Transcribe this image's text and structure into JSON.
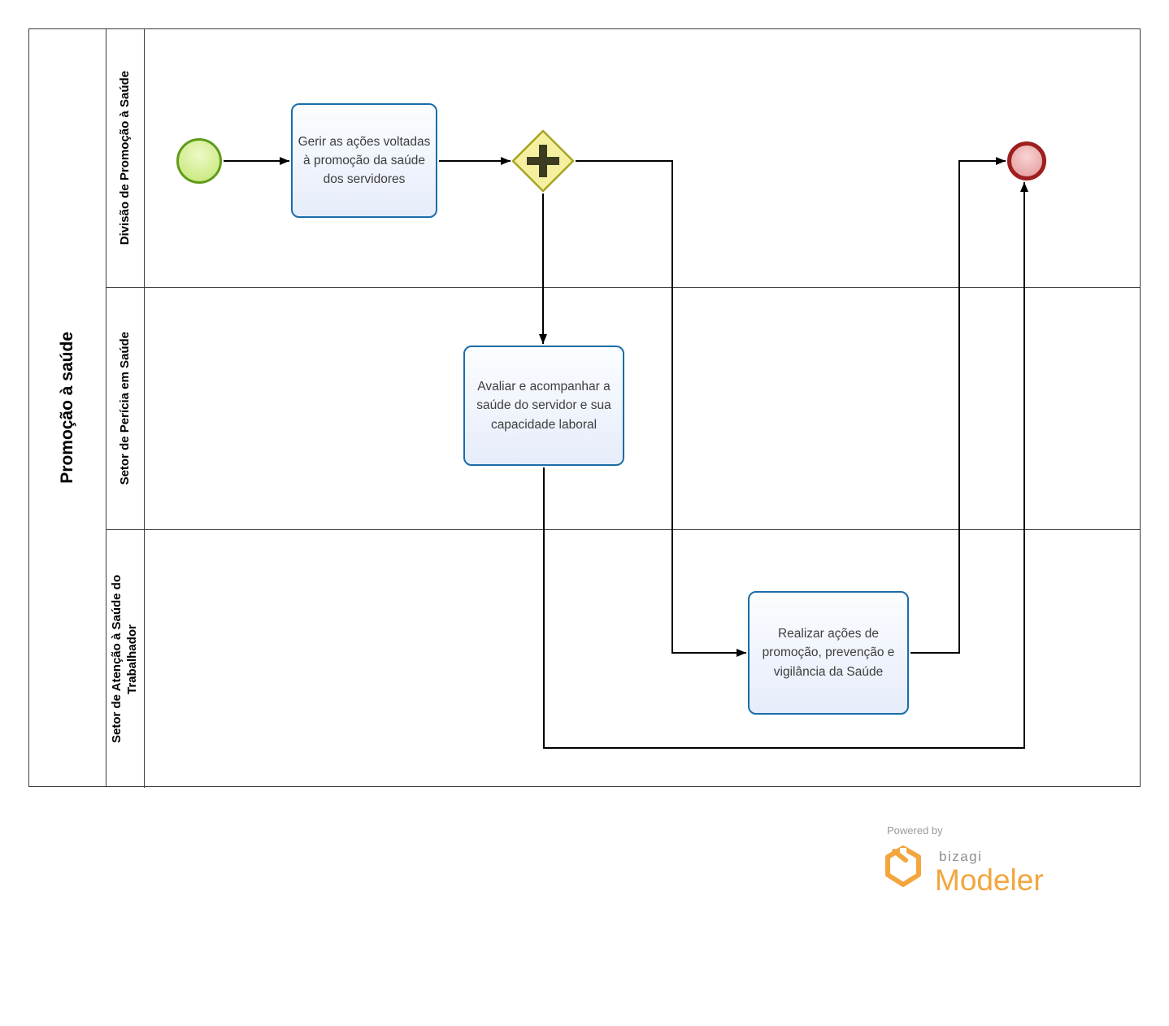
{
  "pool": {
    "label": "Promoção à saúde",
    "lanes": [
      {
        "label": "Divisão de Promoção à Saúde"
      },
      {
        "label": "Setor de Perícia em Saúde"
      },
      {
        "label": "Setor de Atenção à Saúde do Trabalhador"
      }
    ]
  },
  "nodes": {
    "start_event": {
      "type": "start-event",
      "lane": "Divisão de Promoção à Saúde"
    },
    "task_gerir": {
      "type": "task",
      "label": "Gerir as ações voltadas à promoção da saúde dos servidores",
      "lane": "Divisão de Promoção à Saúde"
    },
    "gateway_parallel": {
      "type": "parallel-gateway",
      "lane": "Divisão de Promoção à Saúde"
    },
    "task_avaliar": {
      "type": "task",
      "label": "Avaliar e acompanhar a saúde do servidor e sua capacidade laboral",
      "lane": "Setor de Perícia em Saúde"
    },
    "task_realizar": {
      "type": "task",
      "label": "Realizar ações de promoção, prevenção e vigilância da Saúde",
      "lane": "Setor de Atenção à Saúde do Trabalhador"
    },
    "end_event": {
      "type": "end-event",
      "lane": "Divisão de Promoção à Saúde"
    }
  },
  "flows": [
    {
      "from": "start_event",
      "to": "task_gerir"
    },
    {
      "from": "task_gerir",
      "to": "gateway_parallel"
    },
    {
      "from": "gateway_parallel",
      "to": "task_avaliar"
    },
    {
      "from": "gateway_parallel",
      "to": "task_realizar"
    },
    {
      "from": "task_avaliar",
      "to": "end_event"
    },
    {
      "from": "task_realizar",
      "to": "end_event"
    }
  ],
  "colors": {
    "task_fill": "#e6ecfa",
    "task_border": "#1a6da8",
    "start_fill": "#cdea85",
    "start_border": "#5f9c1a",
    "gateway_fill": "#f5f0a0",
    "gateway_border": "#a5a41f",
    "end_fill": "#e9a2a2",
    "end_border": "#9d1f1f",
    "connector": "#000000",
    "brand_orange": "#f3a63e"
  },
  "footer": {
    "powered_by": "Powered by",
    "brand": "bizagi",
    "product": "Modeler"
  }
}
